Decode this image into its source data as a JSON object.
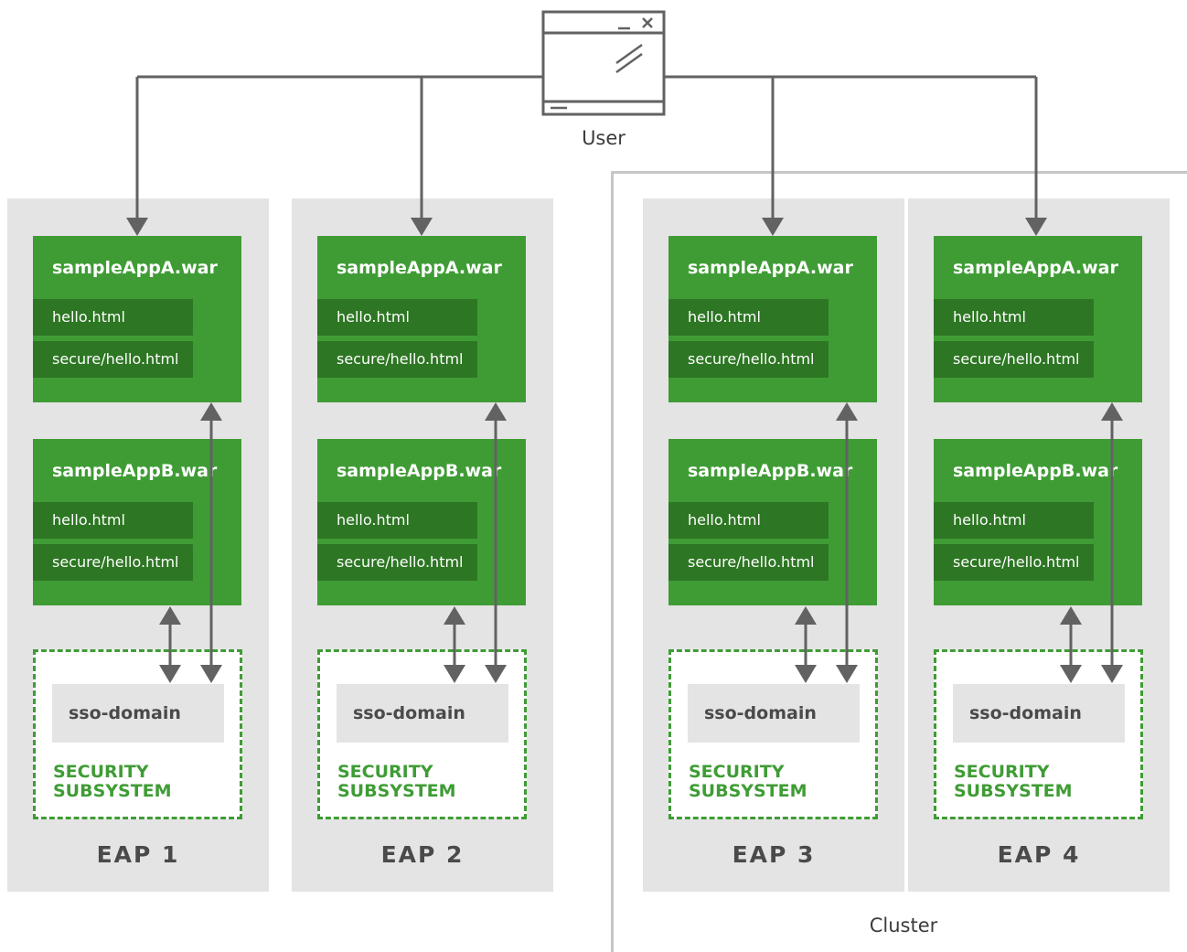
{
  "user": {
    "label": "User"
  },
  "cluster": {
    "label": "Cluster"
  },
  "security_label": "SECURITY\nSUBSYSTEM",
  "servers": [
    {
      "name": "EAP 1",
      "apps": [
        {
          "title": "sampleAppA.war",
          "files": [
            "hello.html",
            "secure/hello.html"
          ]
        },
        {
          "title": "sampleAppB.war",
          "files": [
            "hello.html",
            "secure/hello.html"
          ]
        }
      ],
      "sso": "sso-domain"
    },
    {
      "name": "EAP 2",
      "apps": [
        {
          "title": "sampleAppA.war",
          "files": [
            "hello.html",
            "secure/hello.html"
          ]
        },
        {
          "title": "sampleAppB.war",
          "files": [
            "hello.html",
            "secure/hello.html"
          ]
        }
      ],
      "sso": "sso-domain"
    },
    {
      "name": "EAP 3",
      "apps": [
        {
          "title": "sampleAppA.war",
          "files": [
            "hello.html",
            "secure/hello.html"
          ]
        },
        {
          "title": "sampleAppB.war",
          "files": [
            "hello.html",
            "secure/hello.html"
          ]
        }
      ],
      "sso": "sso-domain"
    },
    {
      "name": "EAP 4",
      "apps": [
        {
          "title": "sampleAppA.war",
          "files": [
            "hello.html",
            "secure/hello.html"
          ]
        },
        {
          "title": "sampleAppB.war",
          "files": [
            "hello.html",
            "secure/hello.html"
          ]
        }
      ],
      "sso": "sso-domain"
    }
  ],
  "colors": {
    "war_green": "#3f9c35",
    "file_green": "#2d7623",
    "server_gray": "#e4e4e4",
    "wire_gray": "#626262"
  }
}
